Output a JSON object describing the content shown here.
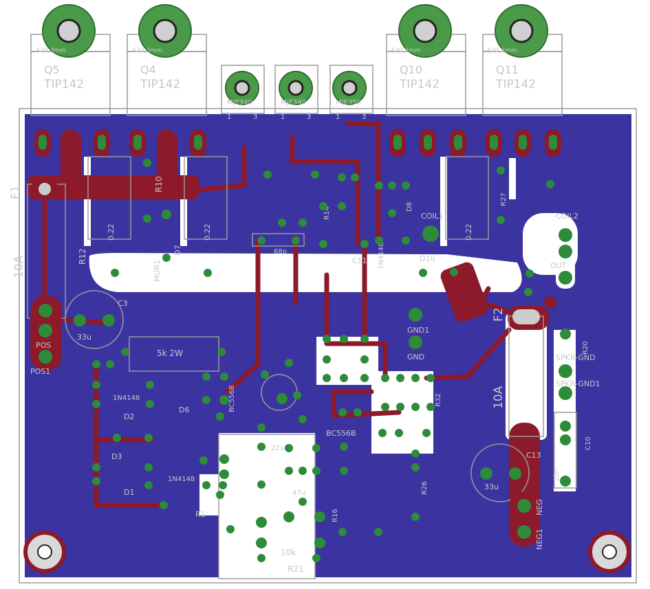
{
  "board": {
    "colors": {
      "copper_pour": "#3b33a0",
      "trace": "#8c1a2a",
      "pad": "#2e8b3a",
      "silkscreen": "#c8c8c8",
      "background": "#ffffff"
    },
    "transistors": [
      {
        "ref": "Q5",
        "value": "TIP142"
      },
      {
        "ref": "Q4",
        "value": "TIP142"
      },
      {
        "ref": "Q10",
        "value": "TIP142"
      },
      {
        "ref": "Q11",
        "value": "TIP142"
      }
    ],
    "small_transistors": [
      {
        "ref": "",
        "value": "MJE340"
      },
      {
        "ref": "",
        "value": "MJE340"
      },
      {
        "ref": "",
        "value": "MJE350"
      }
    ],
    "heatsink_note": "A20,3mm",
    "labels": {
      "f1": "F1",
      "f2": "F2",
      "fuse1_value": "10A",
      "fuse2_value": "10A",
      "r12": "R12",
      "r10": "R10",
      "r_022_a": "0.22",
      "r_022_b": "0.22",
      "r_022_c": "0.22",
      "d7": "D7",
      "mur1": "MUR1",
      "c3": "C3",
      "c3_val": "33u",
      "pos": "POS",
      "pos1": "POS1",
      "coil1": "COIL1",
      "coil2": "COIL2",
      "out": "OUT",
      "d8": "D8",
      "d1n4148": "1N4148",
      "c11": "C11",
      "c_68p": "68p",
      "gnd1": "GND1",
      "gnd": "GND",
      "spkr_gnd": "SPKR-GND",
      "spkr_gnd1": "SPKR-GND1",
      "c13": "C13",
      "c13_val": "33u",
      "c10": "C10",
      "neg": "NEG",
      "neg1": "NEG1",
      "r20": "R20",
      "r21": "R21",
      "r21_val": "10k",
      "r26": "R26",
      "r32": "R32",
      "r1": "R1",
      "d1": "D1",
      "d2": "D2",
      "d3": "D3",
      "d6": "D6",
      "res_5k2w": "5k 2W",
      "bc556b": "BC556B",
      "pin1": "1",
      "pin3": "3",
      "r_22u": "22u",
      "d_1n4148_b": "1N4148",
      "r_22n": "22n",
      "r_47u": "47u",
      "r_r16": "R16",
      "r_r14": "R14",
      "r_r27": "R27",
      "r_d10": "D10"
    }
  }
}
